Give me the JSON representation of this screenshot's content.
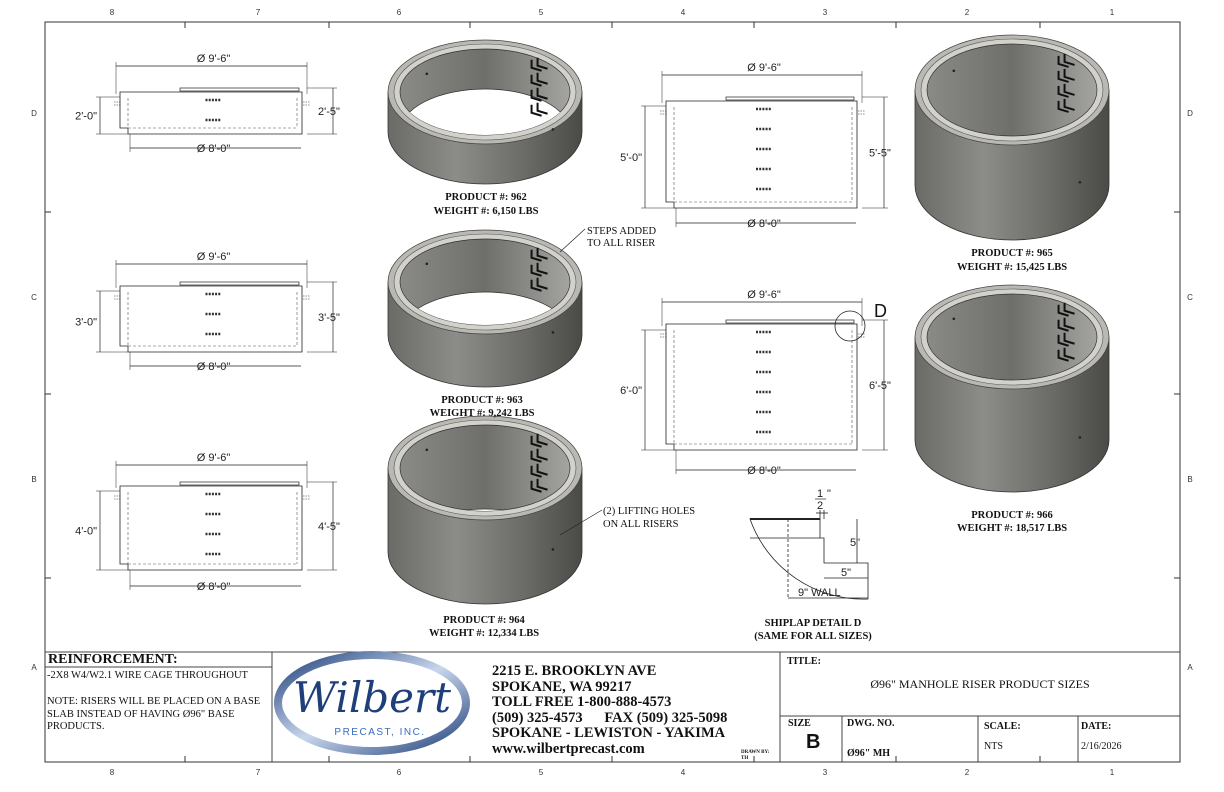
{
  "zones": {
    "columns": [
      "8",
      "7",
      "6",
      "5",
      "4",
      "3",
      "2",
      "1"
    ],
    "rows": [
      "D",
      "C",
      "B",
      "A"
    ]
  },
  "elevations": [
    {
      "top_dim": "Ø 9'-6\"",
      "bottom_dim": "Ø 8'-0\"",
      "left_dim": "2'-0\"",
      "right_dim": "2'-5\""
    },
    {
      "top_dim": "Ø 9'-6\"",
      "bottom_dim": "Ø 8'-0\"",
      "left_dim": "3'-0\"",
      "right_dim": "3'-5\""
    },
    {
      "top_dim": "Ø 9'-6\"",
      "bottom_dim": "Ø 8'-0\"",
      "left_dim": "4'-0\"",
      "right_dim": "4'-5\""
    },
    {
      "top_dim": "Ø 9'-6\"",
      "bottom_dim": "Ø 8'-0\"",
      "left_dim": "5'-0\"",
      "right_dim": "5'-5\""
    },
    {
      "top_dim": "Ø 9'-6\"",
      "bottom_dim": "Ø 8'-0\"",
      "left_dim": "6'-0\"",
      "right_dim": "6'-5\""
    }
  ],
  "products": [
    {
      "product": "PRODUCT #: 962",
      "weight": "WEIGHT #: 6,150 LBS"
    },
    {
      "product": "PRODUCT #: 963",
      "weight": "WEIGHT #: 9,242 LBS"
    },
    {
      "product": "PRODUCT #: 964",
      "weight": "WEIGHT #: 12,334 LBS"
    },
    {
      "product": "PRODUCT #: 965",
      "weight": "WEIGHT #: 15,425 LBS"
    },
    {
      "product": "PRODUCT #: 966",
      "weight": "WEIGHT #: 18,517 LBS"
    }
  ],
  "callouts": {
    "steps": [
      "STEPS ADDED",
      "TO ALL RISER"
    ],
    "lifting": [
      "(2) LIFTING HOLES",
      "ON ALL RISERS"
    ],
    "detail_marker": "D"
  },
  "detail": {
    "half_num": "1",
    "half_den": "2",
    "inch": "\"",
    "height_dim": "5\"",
    "step_dim": "5\"",
    "wall_dim": "9\" WALL",
    "title": "SHIPLAP DETAIL D",
    "subtitle": "(SAME FOR ALL SIZES)"
  },
  "title_block": {
    "reinforcement_heading": "REINFORCEMENT:",
    "reinforcement_line": "-2X8 W4/W2.1 WIRE CAGE THROUGHOUT",
    "note": "NOTE: RISERS WILL BE PLACED ON A BASE SLAB INSTEAD OF HAVING Ø96\" BASE PRODUCTS.",
    "logo_text": "Wilbert",
    "logo_sub": "PRECAST, INC.",
    "address": [
      "2215 E. BROOKLYN AVE",
      "SPOKANE, WA 99217",
      "TOLL FREE 1-800-888-4573",
      "(509) 325-4573      FAX (509) 325-5098",
      "SPOKANE - LEWISTON - YAKIMA",
      "www.wilbertprecast.com"
    ],
    "drawn_by_label": "DRAWN BY:",
    "drawn_by": "TH",
    "title_label": "TITLE:",
    "title": "Ø96\" MANHOLE RISER PRODUCT SIZES",
    "size_label": "SIZE",
    "size": "B",
    "dwg_label": "DWG. NO.",
    "dwg": "Ø96\" MH",
    "scale_label": "SCALE:",
    "scale": "NTS",
    "date_label": "DATE:",
    "date": "2/16/2026"
  },
  "colors": {
    "logo_blue": "#1f3f7a",
    "line": "#222222"
  }
}
